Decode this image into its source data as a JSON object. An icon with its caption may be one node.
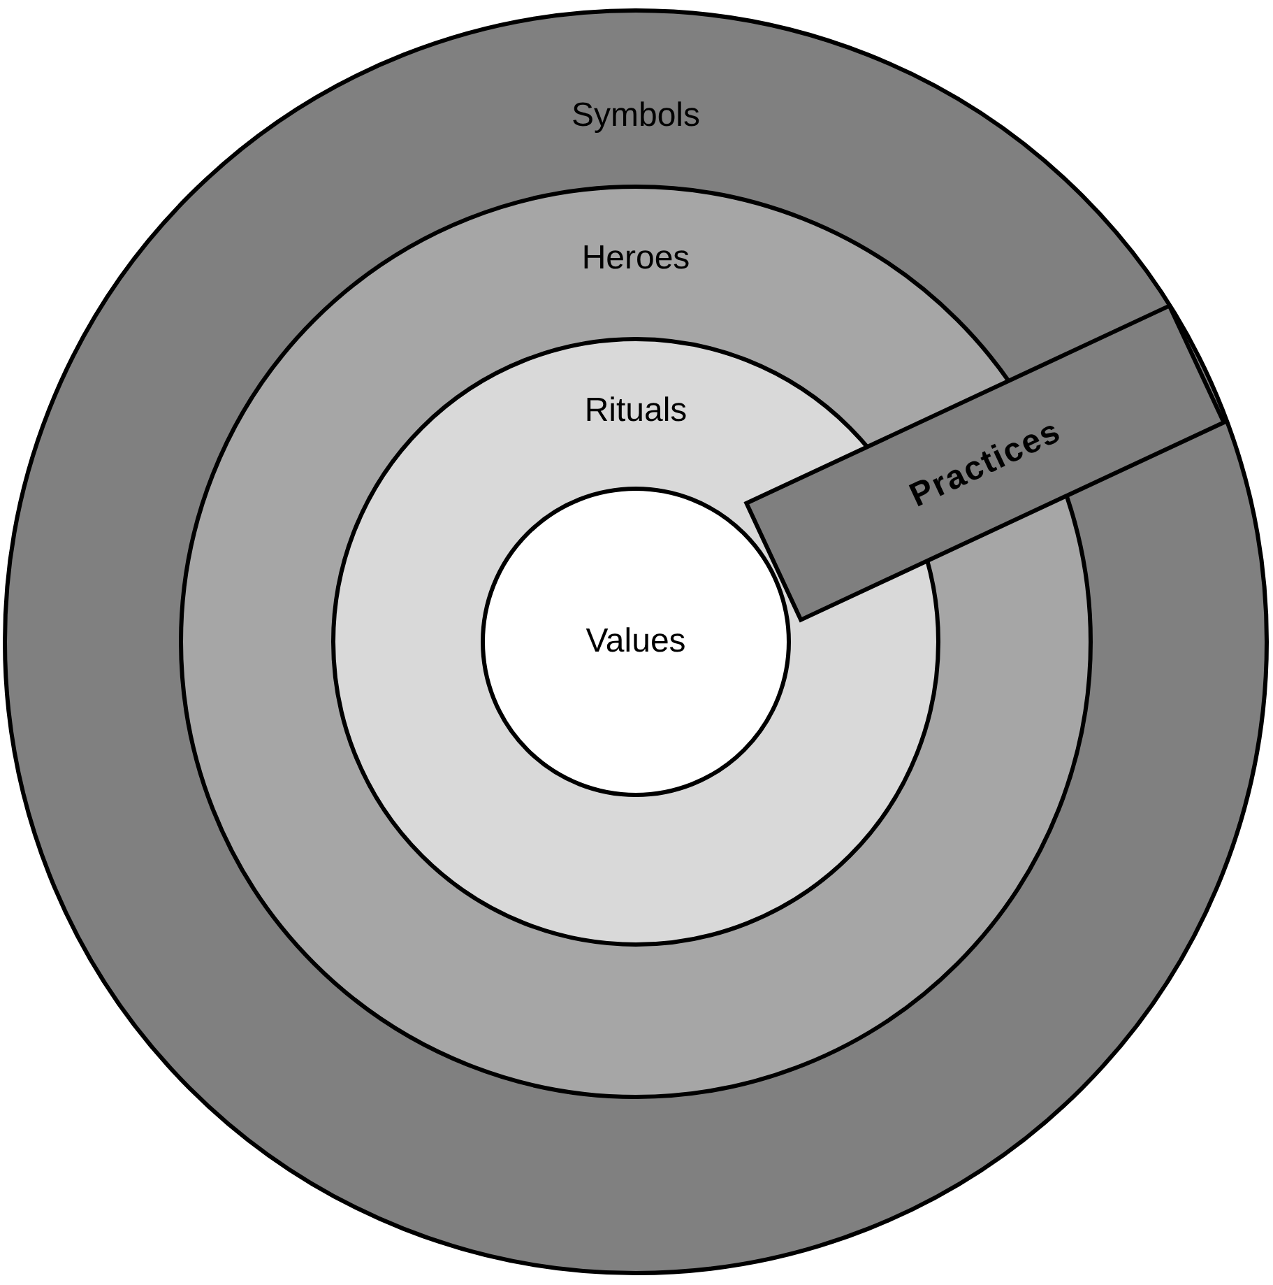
{
  "diagram": {
    "nodes": [
      {
        "text": [
          "Symbols"
        ]
      },
      {
        "text": [
          "Heroes"
        ],
        "in": 0
      },
      {
        "text": [
          "Rituals"
        ],
        "in": 1
      },
      {
        "text": [
          "Values"
        ],
        "in": 2
      },
      {
        "text": [
          "Practices"
        ],
        "in": 0
      }
    ]
  }
}
